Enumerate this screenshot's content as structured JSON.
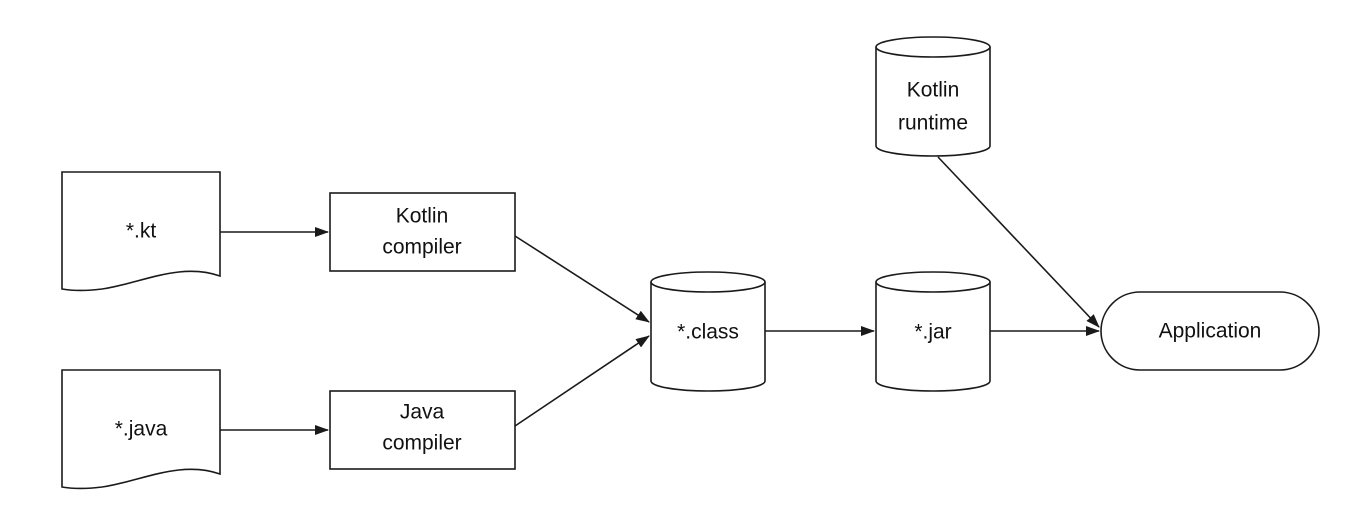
{
  "nodes": {
    "kt_file": {
      "label": "*.kt"
    },
    "java_file": {
      "label": "*.java"
    },
    "kotlin_compiler": {
      "line1": "Kotlin",
      "line2": "compiler"
    },
    "java_compiler": {
      "line1": "Java",
      "line2": "compiler"
    },
    "class_store": {
      "label": "*.class"
    },
    "jar_store": {
      "label": "*.jar"
    },
    "kotlin_runtime": {
      "line1": "Kotlin",
      "line2": "runtime"
    },
    "application": {
      "label": "Application"
    }
  },
  "edges": [
    {
      "from": "kt_file",
      "to": "kotlin_compiler"
    },
    {
      "from": "java_file",
      "to": "java_compiler"
    },
    {
      "from": "kotlin_compiler",
      "to": "class_store"
    },
    {
      "from": "java_compiler",
      "to": "class_store"
    },
    {
      "from": "class_store",
      "to": "jar_store"
    },
    {
      "from": "jar_store",
      "to": "application"
    },
    {
      "from": "kotlin_runtime",
      "to": "application"
    }
  ]
}
